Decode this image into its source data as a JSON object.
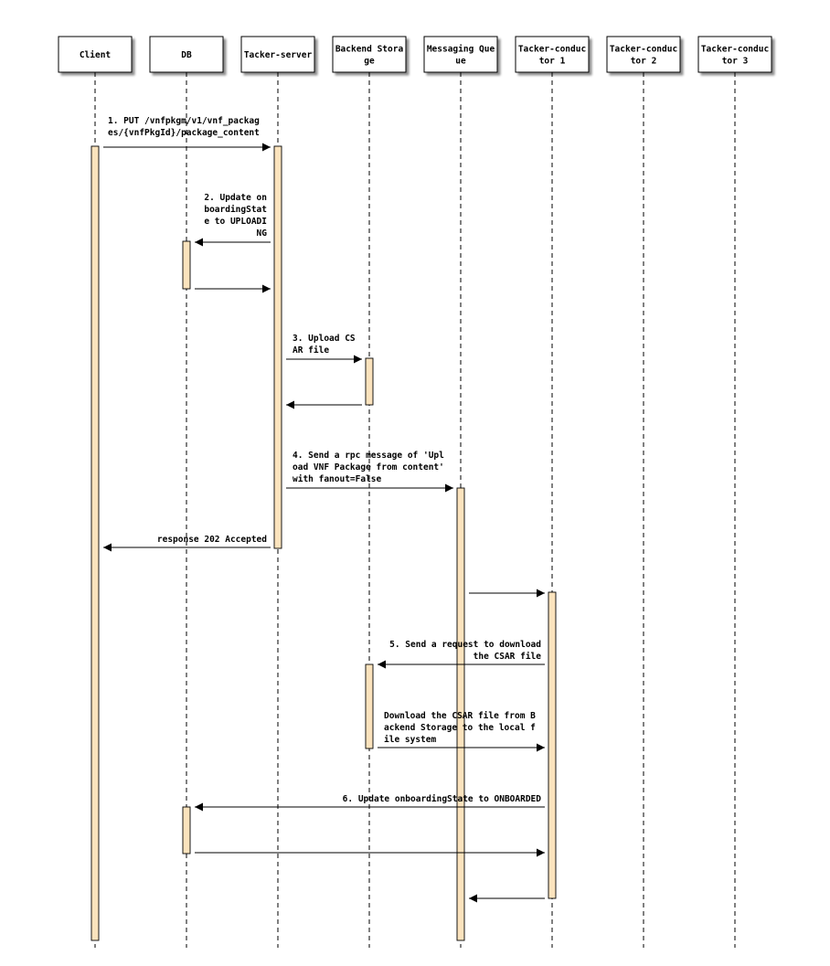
{
  "participants": [
    {
      "id": "client",
      "lines": [
        "Client"
      ]
    },
    {
      "id": "db",
      "lines": [
        "DB"
      ]
    },
    {
      "id": "tacker-server",
      "lines": [
        "Tacker-server"
      ]
    },
    {
      "id": "backend-storage",
      "lines": [
        "Backend Stora",
        "ge"
      ]
    },
    {
      "id": "messaging-queue",
      "lines": [
        "Messaging Que",
        "ue"
      ]
    },
    {
      "id": "tacker-conductor-1",
      "lines": [
        "Tacker-conduc",
        "tor 1"
      ]
    },
    {
      "id": "tacker-conductor-2",
      "lines": [
        "Tacker-conduc",
        "tor 2"
      ]
    },
    {
      "id": "tacker-conductor-3",
      "lines": [
        "Tacker-conduc",
        "tor 3"
      ]
    }
  ],
  "messages": [
    {
      "id": "msg-1",
      "label": [
        "1. PUT /vnfpkgm/v1/vnf_packag",
        "es/{vnfPkgId}/package_content"
      ]
    },
    {
      "id": "msg-2",
      "label": [
        "2. Update on",
        "boardingStat",
        "e to UPLOADI",
        "NG"
      ]
    },
    {
      "id": "msg-2-return",
      "label": []
    },
    {
      "id": "msg-3",
      "label": [
        "3. Upload CS",
        "AR file"
      ]
    },
    {
      "id": "msg-3-return",
      "label": []
    },
    {
      "id": "msg-4",
      "label": [
        "4. Send a rpc message of 'Upl",
        "oad VNF Package from content'",
        " with fanout=False"
      ]
    },
    {
      "id": "msg-response",
      "label": [
        "response 202 Accepted"
      ]
    },
    {
      "id": "msg-queue-to-conductor",
      "label": []
    },
    {
      "id": "msg-5",
      "label": [
        "5. Send a request to download",
        "the CSAR file"
      ]
    },
    {
      "id": "msg-download",
      "label": [
        "Download the CSAR file from B",
        "ackend Storage to the local f",
        "ile system"
      ]
    },
    {
      "id": "msg-6",
      "label": [
        "6. Update onboardingState to ONBOARDED"
      ]
    },
    {
      "id": "msg-6-return",
      "label": []
    },
    {
      "id": "msg-conductor-return",
      "label": []
    }
  ]
}
